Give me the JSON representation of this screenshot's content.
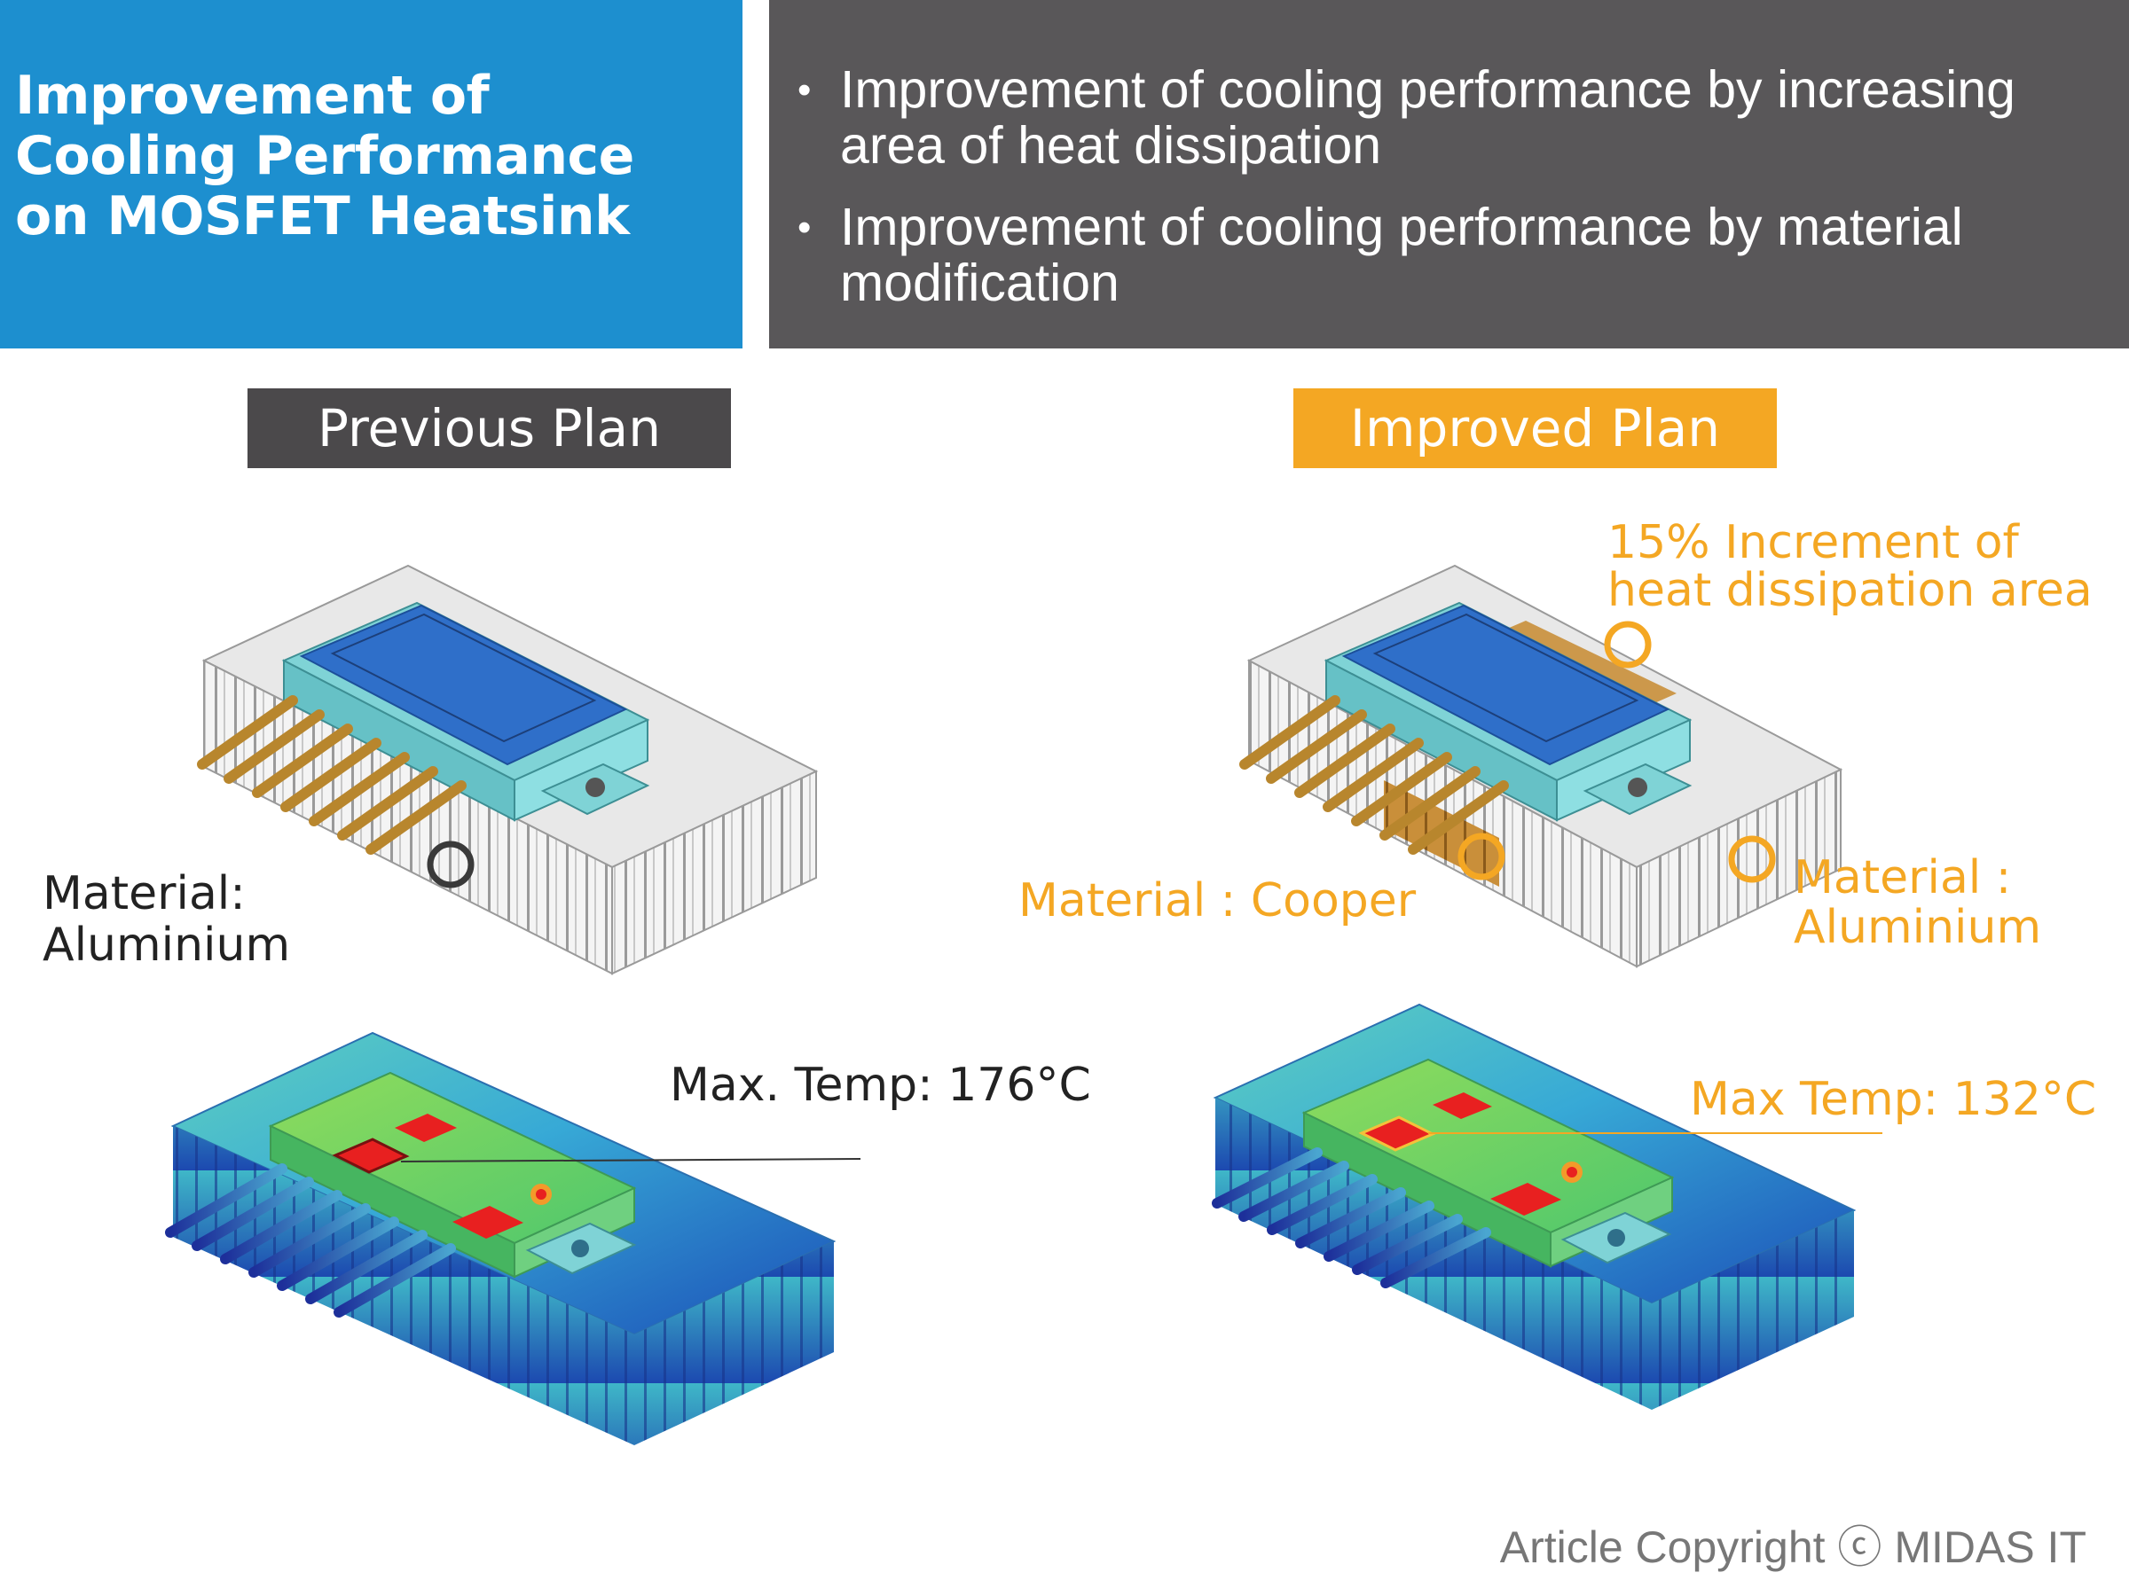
{
  "header": {
    "title": "Improvement of Cooling Performance on MOSFET Heatsink",
    "bullets": [
      "Improvement of cooling performance by increasing area of heat dissipation",
      "Improvement of cooling performance by material modification"
    ]
  },
  "previous_plan": {
    "label": "Previous Plan",
    "material_label": "Material:",
    "material_value": "Aluminium",
    "max_temp": "Max. Temp: 176°C"
  },
  "improved_plan": {
    "label": "Improved Plan",
    "area_note_line1": "15% Increment of",
    "area_note_line2": "heat dissipation area",
    "material_cooper": "Material : Cooper",
    "material_aluminium_line1": "Material :",
    "material_aluminium_line2": "Aluminium",
    "max_temp": "Max Temp: 132°C"
  },
  "footer": {
    "copyright": "Article Copyright ⓒ MIDAS IT"
  },
  "colors": {
    "title_blue": "#1d8fcf",
    "bullet_gray": "#595759",
    "previous_label_gray": "#4b494b",
    "improved_label_orange": "#f4a723",
    "module_blue": "#2f6fc9",
    "housing_teal": "#7fd3d6",
    "pin_gold": "#b8862d",
    "hotspot_red": "#e82020"
  }
}
